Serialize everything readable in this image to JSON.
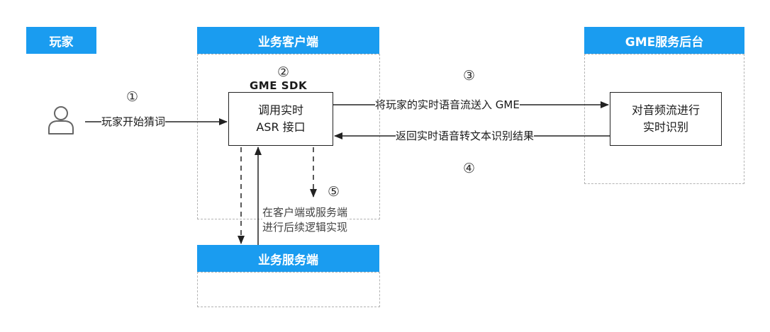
{
  "lanes": {
    "player": "玩家",
    "client": "业务客户端",
    "backend": "GME服务后台",
    "server": "业务服务端"
  },
  "steps": {
    "s1": "①",
    "s2": "②",
    "s3": "③",
    "s4": "④",
    "s5": "⑤"
  },
  "sdk_label": "GME SDK",
  "boxes": {
    "asr_line1": "调用实时",
    "asr_line2": "ASR 接口",
    "recog_line1": "对音频流进行",
    "recog_line2": "实时识别"
  },
  "flows": {
    "start": "玩家开始猜词",
    "send": "将玩家的实时语音流送入 GME",
    "return": "返回实时语音转文本识别结果"
  },
  "note": {
    "line1": "在客户端或服务端",
    "line2": "进行后续逻辑实现"
  },
  "icons": {
    "player": "user-icon"
  },
  "colors": {
    "header_bg": "#1a9cf0",
    "header_text": "#ffffff",
    "dashed_border": "#b3b3b3"
  }
}
